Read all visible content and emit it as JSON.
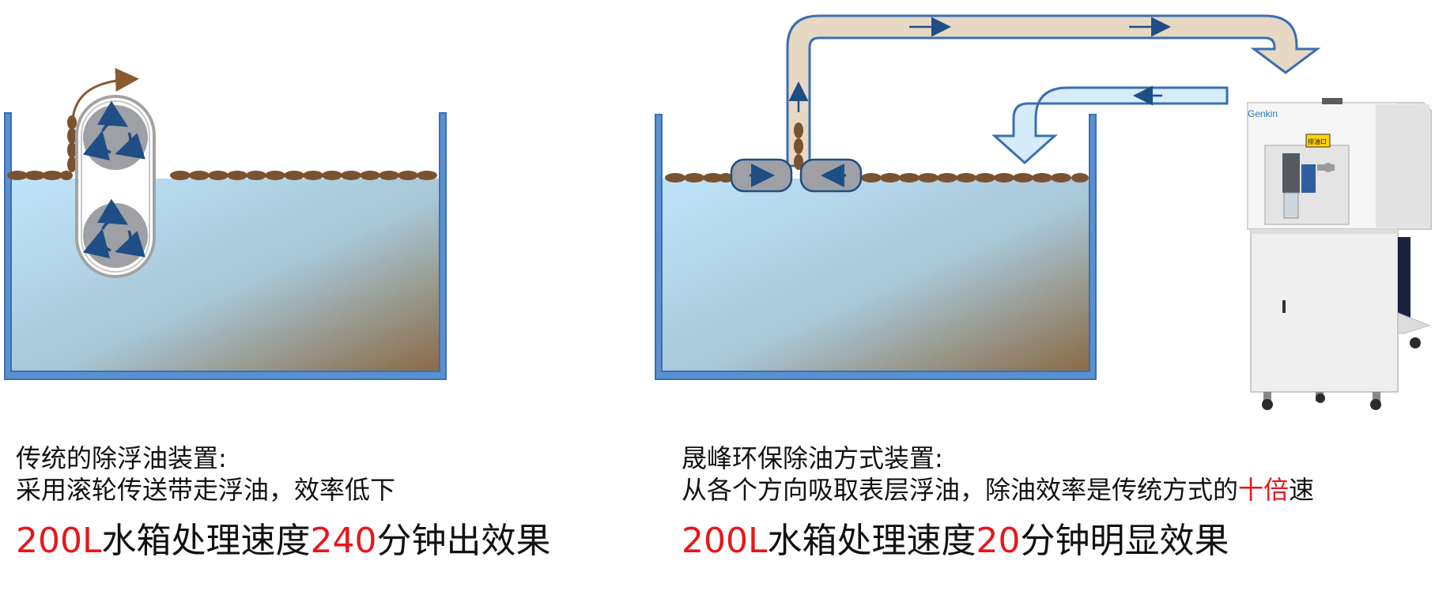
{
  "colors": {
    "tank_wall": "#5a8fd0",
    "tank_border": "#3b6fb0",
    "water_top": "#bfe4fa",
    "sludge": "#8a6a45",
    "oil_blob": "#7a5230",
    "pipe_fill": "#e7d8c3",
    "pipe_border": "#3b6fb0",
    "return_fill": "#d6ecfa",
    "roller_fill": "#9ea0a5",
    "arrow_blue": "#1f4e86",
    "highlight_red": "#e8161b"
  },
  "left_panel": {
    "title": "传统的除浮油装置:",
    "description": "采用滚轮传送带走浮油，效率低下",
    "result_prefix": "200L",
    "result_mid": "水箱处理速度",
    "result_num": "240",
    "result_suffix": "分钟出效果"
  },
  "right_panel": {
    "title": "晟峰环保除油方式装置:",
    "description_prefix": "从各个方向吸取表层浮油，除油效率是传统方式的",
    "description_highlight": "十倍",
    "description_suffix": "速",
    "result_prefix": "200L",
    "result_mid": "水箱处理速度",
    "result_num": "20",
    "result_suffix": "分钟明显效果"
  },
  "machine": {
    "brand_label": "Genkin",
    "outlet_label": "排油口"
  }
}
